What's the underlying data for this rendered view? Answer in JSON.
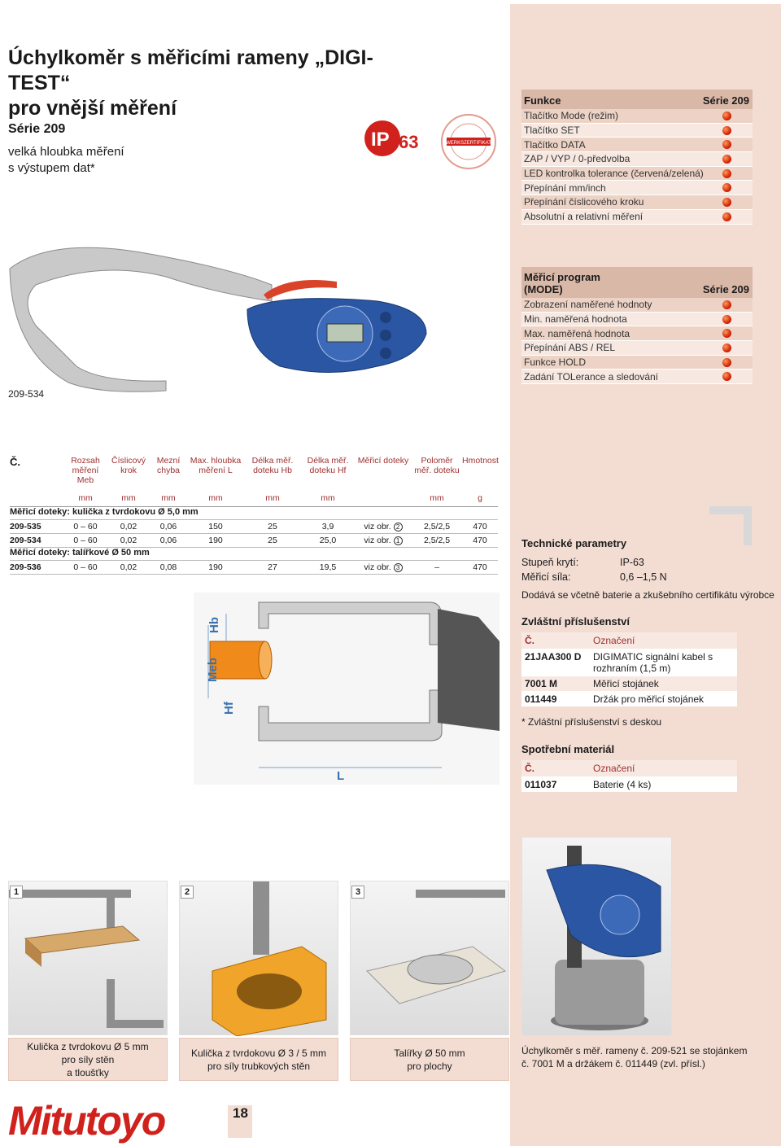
{
  "header": {
    "title_line1": "Úchylkoměr s měřicími rameny „DIGI-TEST“",
    "title_line2": "pro vnější měření",
    "series": "Série 209",
    "subtitle1": "velká hloubka měření",
    "subtitle2": "s výstupem dat*",
    "ip_badge": "IP63",
    "ip_num": "63",
    "cert_text": "WERKSZERTIFIKAT"
  },
  "functions": {
    "head_left": "Funkce",
    "head_right": "Série 209",
    "items": [
      "Tlačítko Mode (režim)",
      "Tlačítko SET",
      "Tlačítko DATA",
      "ZAP / VYP / 0-předvolba",
      "LED kontrolka tolerance (červená/zelená)",
      "Přepínání mm/inch",
      "Přepínání číslicového kroku",
      "Absolutní a relativní měření"
    ]
  },
  "program": {
    "head_left1": "Měřicí program",
    "head_left2": "(MODE)",
    "head_right": "Série 209",
    "items": [
      "Zobrazení naměřené hodnoty",
      "Min. naměřená hodnota",
      "Max. naměřená hodnota",
      "Přepínání ABS / REL",
      "Funkce HOLD",
      "Zadání TOLerance a sledování"
    ]
  },
  "image_label": "209-534",
  "spec": {
    "headers": [
      "Č.",
      "Rozsah měření Meb",
      "Číslicový krok",
      "Mezní chyba",
      "Max. hloubka měření L",
      "Délka měř. doteku Hb",
      "Délka měř. doteku Hf",
      "Měřicí doteky",
      "Poloměr měř. doteku",
      "Hmotnost"
    ],
    "units": [
      "",
      "mm",
      "mm",
      "mm",
      "mm",
      "mm",
      "mm",
      "",
      "mm",
      "g"
    ],
    "group1": "Měřicí doteky: kulička z tvrdokovu Ø 5,0 mm",
    "rows1": [
      [
        "209-535",
        "0 – 60",
        "0,02",
        "0,06",
        "150",
        "25",
        "3,9",
        "viz obr.",
        "2",
        "2,5/2,5",
        "470"
      ],
      [
        "209-534",
        "0 – 60",
        "0,02",
        "0,06",
        "190",
        "25",
        "25,0",
        "viz obr.",
        "1",
        "2,5/2,5",
        "470"
      ]
    ],
    "group2": "Měřicí doteky: talířkové Ø 50 mm",
    "rows2": [
      [
        "209-536",
        "0 – 60",
        "0,02",
        "0,08",
        "190",
        "27",
        "19,5",
        "viz obr.",
        "3",
        "–",
        "470"
      ]
    ]
  },
  "diagram": {
    "hb": "Hb",
    "meb": "Meb",
    "hf": "Hf",
    "l": "L"
  },
  "tech": {
    "title": "Technické parametry",
    "row1_k": "Stupeň krytí:",
    "row1_v": "IP-63",
    "row2_k": "Měřicí síla:",
    "row2_v": "0,6 –1,5 N",
    "note": "Dodává se včetně baterie a zkušebního certifikátu výrobce"
  },
  "accessories": {
    "title": "Zvláštní příslušenství",
    "h_k": "Č.",
    "h_v": "Označení",
    "rows": [
      {
        "k": "21JAA300 D",
        "v": "DIGIMATIC signální kabel s rozhraním (1,5 m)"
      },
      {
        "k": "7001 M",
        "v": "Měřicí stojánek"
      },
      {
        "k": "011449",
        "v": "Držák pro měřicí stojánek"
      }
    ],
    "note": "* Zvláštní příslušenství s deskou"
  },
  "consumables": {
    "title": "Spotřební materiál",
    "h_k": "Č.",
    "h_v": "Označení",
    "rows": [
      {
        "k": "011037",
        "v": "Baterie (4 ks)"
      }
    ]
  },
  "photos": {
    "n1": "1",
    "n2": "2",
    "n3": "3",
    "cap1a": "Kulička z tvrdokovu Ø 5 mm",
    "cap1b": "pro síly stěn",
    "cap1c": "a tloušťky",
    "cap2a": "Kulička z tvrdokovu Ø 3 / 5 mm",
    "cap2b": "pro síly trubkových stěn",
    "cap3a": "Talířky Ø 50 mm",
    "cap3b": "pro plochy",
    "cap4a": "Úchylkoměr s měř. rameny č. 209-521 se stojánkem",
    "cap4b": "č. 7001 M a držákem č. 011449 (zvl. přísl.)"
  },
  "footer": {
    "logo": "Mitutoyo",
    "page": "18"
  }
}
